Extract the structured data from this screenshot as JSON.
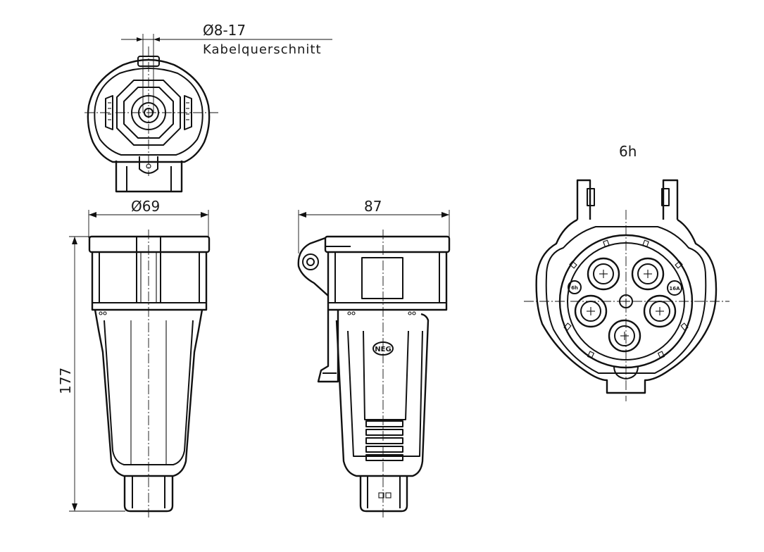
{
  "labels": {
    "cable_diameter": "Ø8-17",
    "cable_caption": "Kabelquerschnitt",
    "diameter_69": "Ø69",
    "width_87": "87",
    "height_177": "177",
    "clock_position": "6h",
    "pin_label_left": "6h",
    "pin_label_right": "16A",
    "brand_mark": "NEG"
  }
}
